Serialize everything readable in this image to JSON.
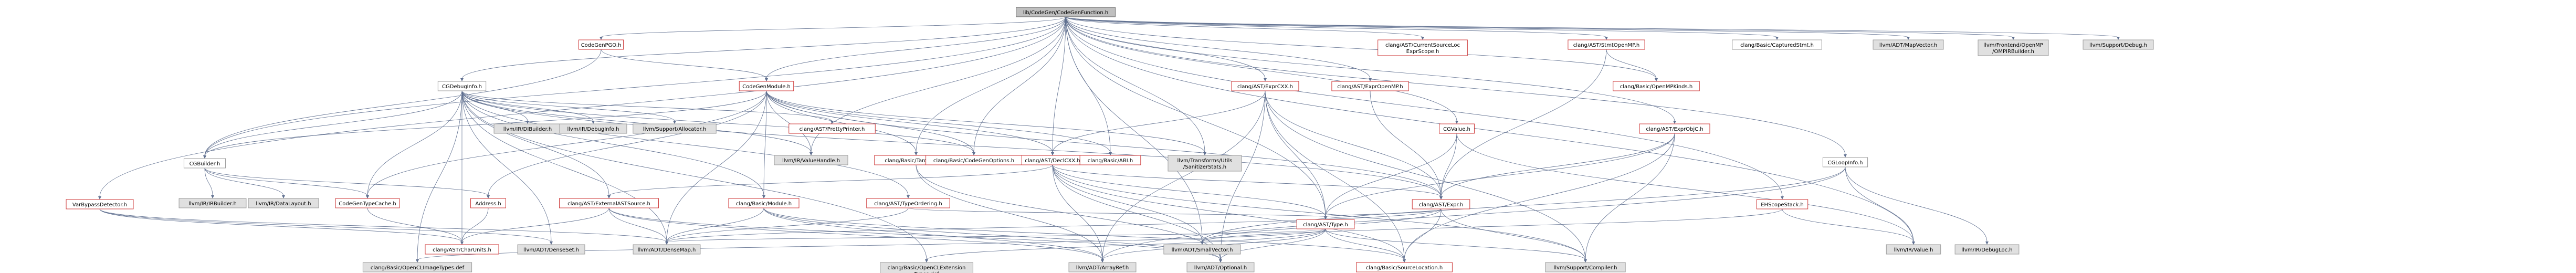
{
  "colors": {
    "edge": "#5f6f8f",
    "edge_red": "#c04040",
    "node_border_gray": "#999999",
    "node_border_red": "#cc3333",
    "node_fill_root": "#bfbfbf",
    "node_fill_default": "#ffffff",
    "node_fill_gray": "#e0e0e0"
  },
  "graph": {
    "nodes": [
      {
        "id": "root",
        "label": "lib/CodeGen/CodeGenFunction.h",
        "style": "root"
      },
      {
        "id": "codegenpgo",
        "label": "CodeGenPGO.h",
        "style": "red"
      },
      {
        "id": "codegenmodule",
        "label": "CodeGenModule.h",
        "style": "red"
      },
      {
        "id": "cgdebuginfo",
        "label": "CGDebugInfo.h",
        "style": "default"
      },
      {
        "id": "cgbuilder",
        "label": "CGBuilder.h",
        "style": "default"
      },
      {
        "id": "varbypass",
        "label": "VarBypassDetector.h",
        "style": "red"
      },
      {
        "id": "irbuilder",
        "label": "llvm/IR/IRBuilder.h",
        "style": "gray"
      },
      {
        "id": "datalayout",
        "label": "llvm/IR/DataLayout.h",
        "style": "gray"
      },
      {
        "id": "dibuilder",
        "label": "llvm/IR/DIBuilder.h",
        "style": "gray"
      },
      {
        "id": "debuginfo",
        "label": "llvm/IR/DebugInfo.h",
        "style": "gray"
      },
      {
        "id": "allocator",
        "label": "llvm/Support/Allocator.h",
        "style": "gray"
      },
      {
        "id": "codegentypecache",
        "label": "CodeGenTypeCache.h",
        "style": "red"
      },
      {
        "id": "address",
        "label": "Address.h",
        "style": "red"
      },
      {
        "id": "prettyprinter",
        "label": "clang/AST/PrettyPrinter.h",
        "style": "red"
      },
      {
        "id": "valuehandle",
        "label": "llvm/IR/ValueHandle.h",
        "style": "gray"
      },
      {
        "id": "targetinfo",
        "label": "clang/Basic/TargetInfo.h",
        "style": "red"
      },
      {
        "id": "declcxx",
        "label": "clang/AST/DeclCXX.h",
        "style": "red"
      },
      {
        "id": "abi",
        "label": "clang/Basic/ABI.h",
        "style": "red"
      },
      {
        "id": "sanstats",
        "label": "llvm/Transforms/Utils\n/SanitizerStats.h",
        "style": "gray"
      },
      {
        "id": "exprcxx",
        "label": "clang/AST/ExprCXX.h",
        "style": "red"
      },
      {
        "id": "exprompenmp",
        "label": "clang/AST/ExprOpenMP.h",
        "style": "red"
      },
      {
        "id": "currentsourceloc",
        "label": "clang/AST/CurrentSourceLoc\nExprScope.h",
        "style": "red"
      },
      {
        "id": "cgvalue",
        "label": "CGValue.h",
        "style": "red"
      },
      {
        "id": "stmtopenmp",
        "label": "clang/AST/StmtOpenMP.h",
        "style": "red"
      },
      {
        "id": "openmpkinds",
        "label": "clang/Basic/OpenMPKinds.h",
        "style": "red"
      },
      {
        "id": "capturedstmt",
        "label": "clang/Basic/CapturedStmt.h",
        "style": "default"
      },
      {
        "id": "mapvector",
        "label": "llvm/ADT/MapVector.h",
        "style": "gray"
      },
      {
        "id": "ompirbuilder",
        "label": "llvm/Frontend/OpenMP\n/OMPIRBuilder.h",
        "style": "gray"
      },
      {
        "id": "supportdebug",
        "label": "llvm/Support/Debug.h",
        "style": "gray"
      },
      {
        "id": "exprobjc",
        "label": "clang/AST/ExprObjC.h",
        "style": "red"
      },
      {
        "id": "cgloopinfo",
        "label": "CGLoopInfo.h",
        "style": "default"
      },
      {
        "id": "ehscopestack",
        "label": "EHScopeStack.h",
        "style": "red"
      },
      {
        "id": "expr",
        "label": "clang/AST/Expr.h",
        "style": "red"
      },
      {
        "id": "type",
        "label": "clang/AST/Type.h",
        "style": "red"
      },
      {
        "id": "smallvector",
        "label": "llvm/ADT/SmallVector.h",
        "style": "gray"
      },
      {
        "id": "irvalue",
        "label": "llvm/IR/Value.h",
        "style": "gray"
      },
      {
        "id": "debugloc",
        "label": "llvm/IR/DebugLoc.h",
        "style": "gray"
      },
      {
        "id": "externalastsource",
        "label": "clang/AST/ExternalASTSource.h",
        "style": "red"
      },
      {
        "id": "basicmodule",
        "label": "clang/Basic/Module.h",
        "style": "red"
      },
      {
        "id": "typeordering",
        "label": "clang/AST/TypeOrdering.h",
        "style": "red"
      },
      {
        "id": "codegenoptions",
        "label": "clang/Basic/CodeGenOptions.h",
        "style": "red"
      },
      {
        "id": "charunits",
        "label": "clang/AST/CharUnits.h",
        "style": "red"
      },
      {
        "id": "denseset",
        "label": "llvm/ADT/DenseSet.h",
        "style": "gray"
      },
      {
        "id": "densemap",
        "label": "llvm/ADT/DenseMap.h",
        "style": "gray"
      },
      {
        "id": "opencltypes",
        "label": "clang/Basic/OpenCLImageTypes.def",
        "style": "gray"
      },
      {
        "id": "openclext",
        "label": "clang/Basic/OpenCLExtension\nTypes.def",
        "style": "gray"
      },
      {
        "id": "arrayref",
        "label": "llvm/ADT/ArrayRef.h",
        "style": "gray"
      },
      {
        "id": "optional",
        "label": "llvm/ADT/Optional.h",
        "style": "gray"
      },
      {
        "id": "sourcelocation",
        "label": "clang/Basic/SourceLocation.h",
        "style": "red"
      },
      {
        "id": "compiler",
        "label": "llvm/Support/Compiler.h",
        "style": "gray"
      }
    ],
    "edges": [
      [
        "root",
        "codegenpgo"
      ],
      [
        "root",
        "codegenmodule"
      ],
      [
        "root",
        "cgdebuginfo"
      ],
      [
        "root",
        "cgbuilder"
      ],
      [
        "root",
        "varbypass"
      ],
      [
        "root",
        "valuehandle"
      ],
      [
        "root",
        "sanstats"
      ],
      [
        "root",
        "exprcxx"
      ],
      [
        "root",
        "exprompenmp"
      ],
      [
        "root",
        "currentsourceloc"
      ],
      [
        "root",
        "cgvalue"
      ],
      [
        "root",
        "stmtopenmp"
      ],
      [
        "root",
        "capturedstmt"
      ],
      [
        "root",
        "mapvector"
      ],
      [
        "root",
        "ompirbuilder"
      ],
      [
        "root",
        "supportdebug"
      ],
      [
        "root",
        "exprobjc"
      ],
      [
        "root",
        "cgloopinfo"
      ],
      [
        "root",
        "ehscopestack"
      ],
      [
        "root",
        "type"
      ],
      [
        "root",
        "smallvector"
      ],
      [
        "root",
        "targetinfo"
      ],
      [
        "root",
        "abi"
      ],
      [
        "root",
        "declcxx"
      ],
      [
        "root",
        "codegenoptions"
      ],
      [
        "root",
        "openmpkinds"
      ],
      [
        "root",
        "irvalue"
      ],
      [
        "codegenpgo",
        "codegenmodule"
      ],
      [
        "codegenpgo",
        "cgbuilder"
      ],
      [
        "codegenmodule",
        "cgbuilder"
      ],
      [
        "codegenmodule",
        "targetinfo"
      ],
      [
        "codegenmodule",
        "declcxx"
      ],
      [
        "codegenmodule",
        "abi"
      ],
      [
        "codegenmodule",
        "sanstats"
      ],
      [
        "codegenmodule",
        "basicmodule"
      ],
      [
        "codegenmodule",
        "codegentypecache"
      ],
      [
        "codegenmodule",
        "address"
      ],
      [
        "codegenmodule",
        "valuehandle"
      ],
      [
        "codegenmodule",
        "codegenoptions"
      ],
      [
        "codegenmodule",
        "densemap"
      ],
      [
        "codegenmodule",
        "expr"
      ],
      [
        "cgdebuginfo",
        "cgbuilder"
      ],
      [
        "cgdebuginfo",
        "dibuilder"
      ],
      [
        "cgdebuginfo",
        "debuginfo"
      ],
      [
        "cgdebuginfo",
        "allocator"
      ],
      [
        "cgdebuginfo",
        "codegentypecache"
      ],
      [
        "cgdebuginfo",
        "prettyprinter"
      ],
      [
        "cgdebuginfo",
        "valuehandle"
      ],
      [
        "cgdebuginfo",
        "externalastsource"
      ],
      [
        "cgdebuginfo",
        "basicmodule"
      ],
      [
        "cgdebuginfo",
        "typeordering"
      ],
      [
        "cgdebuginfo",
        "codegenoptions"
      ],
      [
        "cgdebuginfo",
        "densemap"
      ],
      [
        "cgdebuginfo",
        "denseset"
      ],
      [
        "cgdebuginfo",
        "expr"
      ],
      [
        "cgdebuginfo",
        "charunits"
      ],
      [
        "cgdebuginfo",
        "opencltypes"
      ],
      [
        "cgdebuginfo",
        "openclext"
      ],
      [
        "cgbuilder",
        "irbuilder"
      ],
      [
        "cgbuilder",
        "datalayout"
      ],
      [
        "cgbuilder",
        "address"
      ],
      [
        "cgbuilder",
        "codegentypecache"
      ],
      [
        "varbypass",
        "charunits"
      ],
      [
        "varbypass",
        "densemap"
      ],
      [
        "varbypass",
        "denseset"
      ],
      [
        "address",
        "charunits"
      ],
      [
        "codegentypecache",
        "charunits"
      ],
      [
        "targetinfo",
        "optional"
      ],
      [
        "targetinfo",
        "arrayref"
      ],
      [
        "declcxx",
        "type"
      ],
      [
        "declcxx",
        "expr"
      ],
      [
        "declcxx",
        "smallvector"
      ],
      [
        "declcxx",
        "sourcelocation"
      ],
      [
        "declcxx",
        "compiler"
      ],
      [
        "declcxx",
        "arrayref"
      ],
      [
        "declcxx",
        "optional"
      ],
      [
        "declcxx",
        "externalastsource"
      ],
      [
        "exprcxx",
        "expr"
      ],
      [
        "exprcxx",
        "type"
      ],
      [
        "exprcxx",
        "declcxx"
      ],
      [
        "exprcxx",
        "sourcelocation"
      ],
      [
        "exprcxx",
        "compiler"
      ],
      [
        "exprcxx",
        "arrayref"
      ],
      [
        "exprcxx",
        "optional"
      ],
      [
        "exprompenmp",
        "expr"
      ],
      [
        "cgvalue",
        "type"
      ],
      [
        "cgvalue",
        "expr"
      ],
      [
        "cgvalue",
        "irvalue"
      ],
      [
        "stmtopenmp",
        "expr"
      ],
      [
        "stmtopenmp",
        "openmpkinds"
      ],
      [
        "exprobjc",
        "expr"
      ],
      [
        "exprobjc",
        "type"
      ],
      [
        "exprobjc",
        "sourcelocation"
      ],
      [
        "exprobjc",
        "compiler"
      ],
      [
        "cgloopinfo",
        "irvalue"
      ],
      [
        "cgloopinfo",
        "debugloc"
      ],
      [
        "cgloopinfo",
        "smallvector"
      ],
      [
        "cgloopinfo",
        "arrayref"
      ],
      [
        "ehscopestack",
        "smallvector"
      ],
      [
        "ehscopestack",
        "irvalue"
      ],
      [
        "expr",
        "type"
      ],
      [
        "expr",
        "smallvector"
      ],
      [
        "expr",
        "sourcelocation"
      ],
      [
        "expr",
        "compiler"
      ],
      [
        "expr",
        "densemap"
      ],
      [
        "type",
        "sourcelocation"
      ],
      [
        "type",
        "compiler"
      ],
      [
        "type",
        "arrayref"
      ],
      [
        "type",
        "optional"
      ],
      [
        "type",
        "opencltypes"
      ],
      [
        "type",
        "openclext"
      ],
      [
        "type",
        "densemap"
      ],
      [
        "externalastsource",
        "charunits"
      ],
      [
        "externalastsource",
        "densemap"
      ],
      [
        "externalastsource",
        "arrayref"
      ],
      [
        "externalastsource",
        "optional"
      ],
      [
        "basicmodule",
        "sourcelocation"
      ],
      [
        "basicmodule",
        "densemap"
      ],
      [
        "basicmodule",
        "arrayref"
      ],
      [
        "basicmodule",
        "optional"
      ],
      [
        "typeordering",
        "type"
      ],
      [
        "typeordering",
        "densemap"
      ]
    ]
  }
}
